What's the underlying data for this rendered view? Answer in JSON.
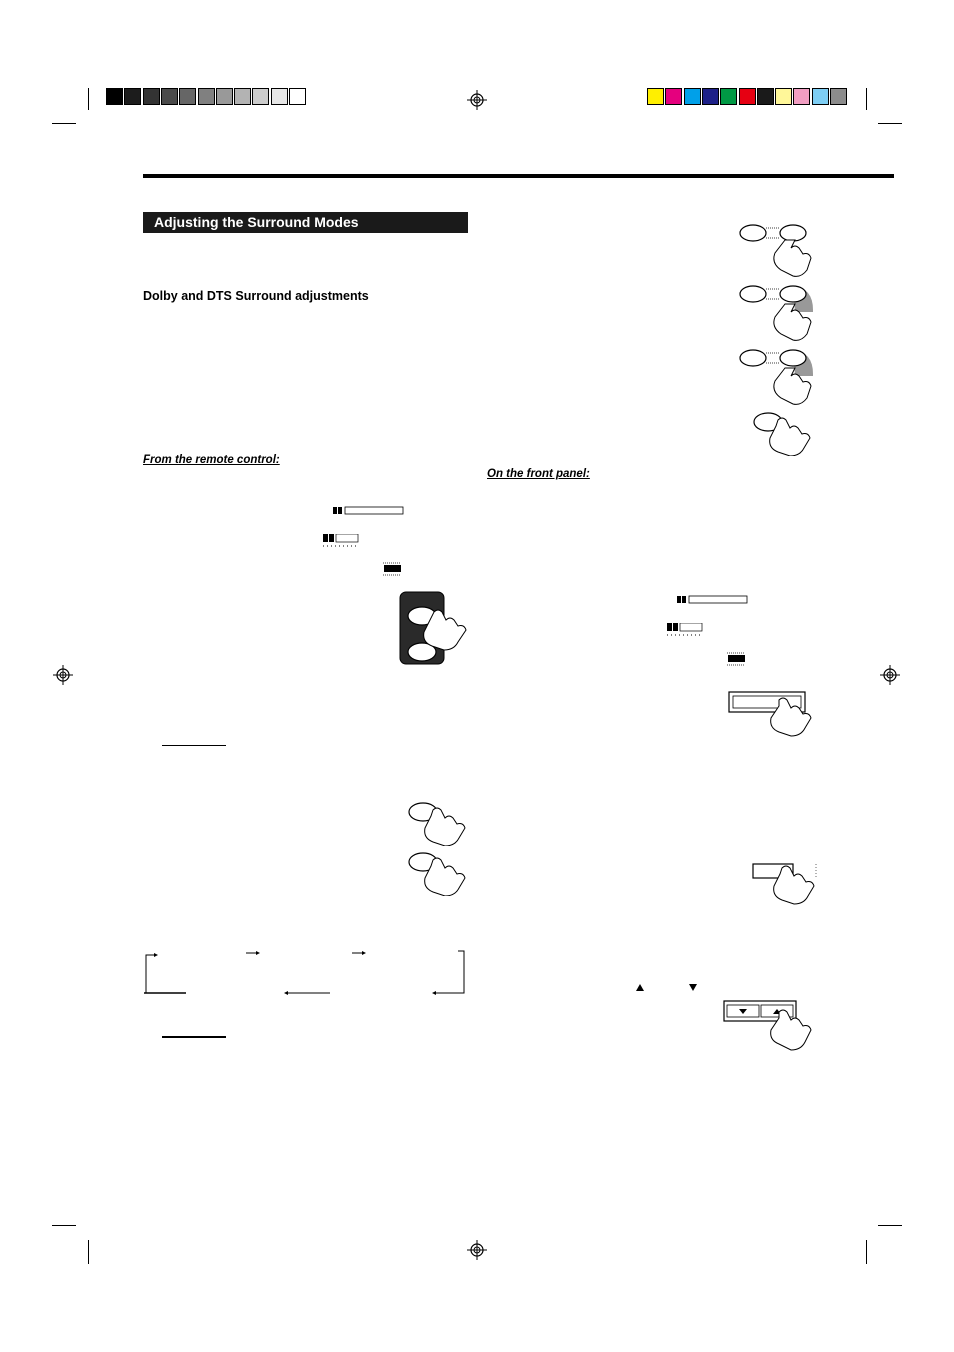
{
  "section": {
    "title": "Adjusting the Surround Modes",
    "subtitle": "Dolby and DTS Surround adjustments"
  },
  "sections": {
    "remote": "From the remote control:",
    "front_panel": "On the front panel:"
  },
  "print_marks": {
    "gray_swatches": [
      "#000000",
      "#1c1c1c",
      "#333333",
      "#4a4a4a",
      "#666666",
      "#808080",
      "#999999",
      "#b3b3b3",
      "#cccccc",
      "#e6e6e6",
      "#ffffff"
    ],
    "color_swatches": [
      "#ffef00",
      "#e5007e",
      "#00a0e9",
      "#1d2088",
      "#009944",
      "#e60012",
      "#1a1a1a",
      "#fff799",
      "#f19ec2",
      "#7ecef4",
      "#8c8c8c"
    ]
  }
}
